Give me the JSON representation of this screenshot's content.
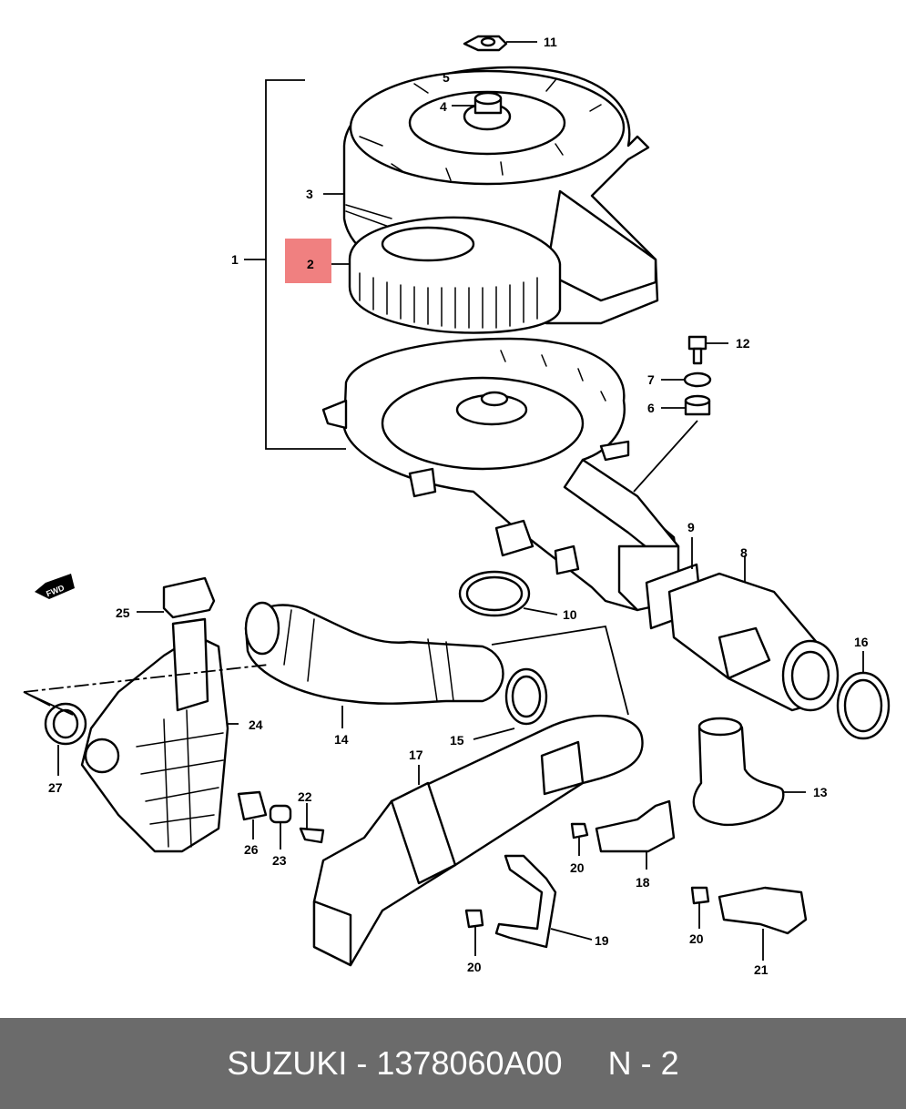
{
  "diagram": {
    "highlight_color": "#f08080",
    "highlighted_part": "2",
    "fwd_label": "FWD",
    "callouts": {
      "c1": "1",
      "c2": "2",
      "c3": "3",
      "c4": "4",
      "c5": "5",
      "c6": "6",
      "c7": "7",
      "c8": "8",
      "c9": "9",
      "c10": "10",
      "c11": "11",
      "c12": "12",
      "c13": "13",
      "c14": "14",
      "c15": "15",
      "c16": "16",
      "c17": "17",
      "c18": "18",
      "c19": "19",
      "c20a": "20",
      "c20b": "20",
      "c20c": "20",
      "c21": "21",
      "c22": "22",
      "c23": "23",
      "c24": "24",
      "c25": "25",
      "c26": "26",
      "c27": "27"
    }
  },
  "footer": {
    "brand": "SUZUKI",
    "separator": " - ",
    "part_number": "1378060A00",
    "gap": "     ",
    "page_ref": "N - 2",
    "background": "#6b6b6b"
  }
}
